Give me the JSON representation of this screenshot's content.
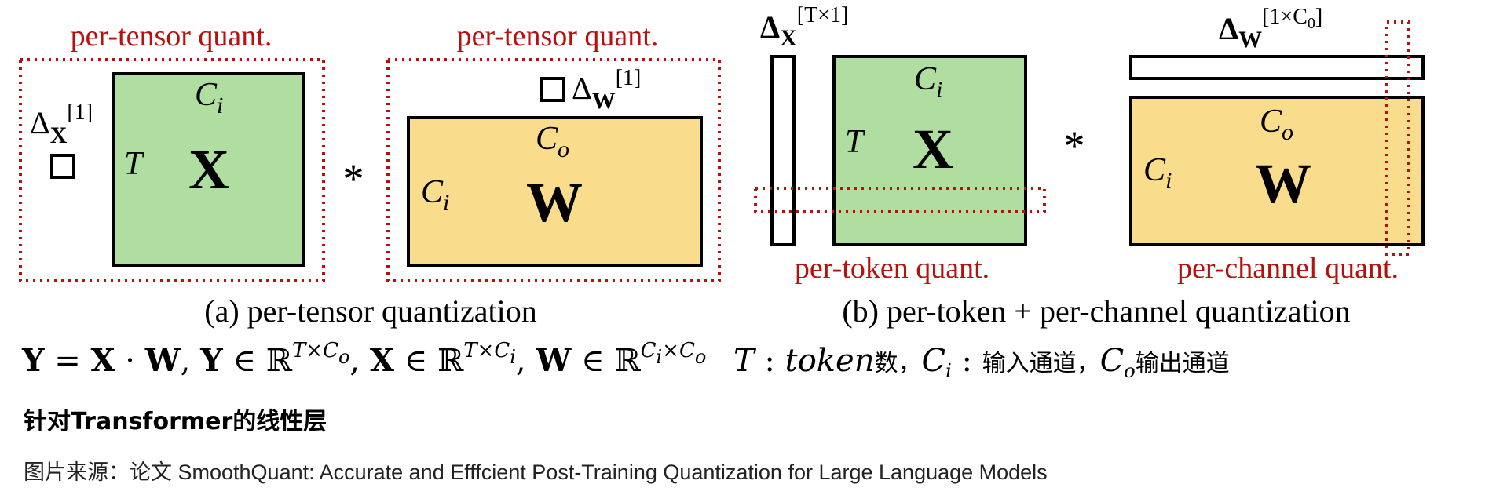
{
  "panel_a": {
    "left_label": "per-tensor quant.",
    "right_label": "per-tensor quant.",
    "delta_x": "Δ",
    "delta_x_sub": "X",
    "delta_x_sup": "[1]",
    "delta_w": "Δ",
    "delta_w_sub": "W",
    "delta_w_sup": "[1]",
    "x_matrix": "X",
    "x_col_label": "C",
    "x_col_sub": "i",
    "x_row_label": "T",
    "w_matrix": "W",
    "w_col_label": "C",
    "w_col_sub": "o",
    "w_row_label": "C",
    "w_row_sub": "i",
    "operator": "*",
    "caption": "(a) per-tensor quantization"
  },
  "panel_b": {
    "delta_x": "Δ",
    "delta_x_sub": "X",
    "delta_x_sup": "[T×1]",
    "delta_w": "Δ",
    "delta_w_sub": "W",
    "delta_w_sup_pre": "[1×C",
    "delta_w_sup_sub": "0",
    "delta_w_sup_post": "]",
    "x_matrix": "X",
    "x_col_label": "C",
    "x_col_sub": "i",
    "x_row_label": "T",
    "w_matrix": "W",
    "w_col_label": "C",
    "w_col_sub": "o",
    "w_row_label": "C",
    "w_row_sub": "i",
    "operator": "*",
    "token_label": "per-token quant.",
    "channel_label": "per-channel quant.",
    "caption": "(b) per-token + per-channel quantization"
  },
  "equation": {
    "y": "Y",
    "eq": " = ",
    "x": "X",
    "dot": " · ",
    "w": "W",
    "comma": ", ",
    "in": " ∈ ",
    "reals": "ℝ",
    "y_dim": "T×C",
    "y_dim_sub": "o",
    "x_dim": "T×C",
    "x_dim_sub": "i",
    "w_dim_pre": "C",
    "w_dim_pre_sub": "i",
    "w_dim_mid": "×C",
    "w_dim_post_sub": "o",
    "t_def_var": "T",
    "t_def_colon": " : ",
    "t_def_word": "token",
    "t_def_cn": "数，",
    "ci_var": "C",
    "ci_sub": "i",
    "ci_colon": " : ",
    "ci_cn": "输入通道，",
    "co_var": "C",
    "co_sub": "o",
    "co_cn": "输出通道"
  },
  "heading": "针对Transformer的线性层",
  "source": "图片来源：论文 SmoothQuant: Accurate and Efffcient Post-Training Quantization for Large Language Models",
  "colors": {
    "green_fill": "#b0dea0",
    "yellow_fill": "#f9dc8c",
    "red_accent": "#b5120e"
  }
}
